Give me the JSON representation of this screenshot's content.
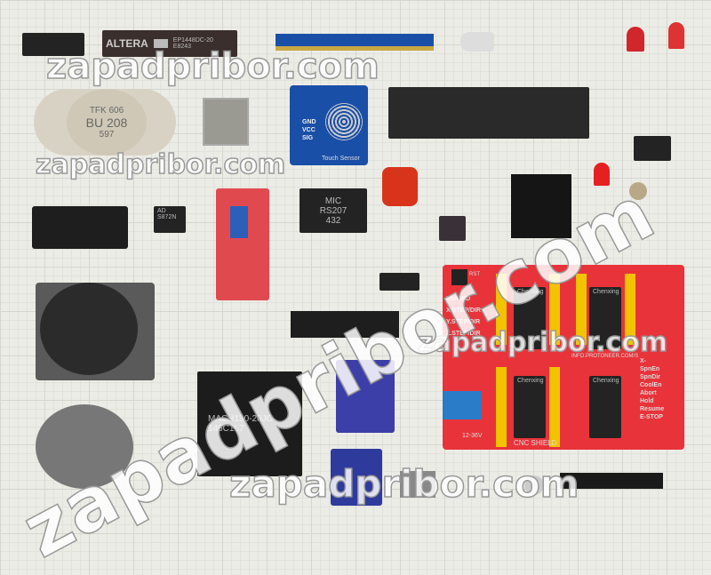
{
  "watermark": "zapadpribor.com",
  "components": {
    "altera": {
      "brand": "ALTERA",
      "part": "EP1448DC-20",
      "code": "E8243"
    },
    "transistor": {
      "line1": "TFK 606",
      "line2": "BU 208",
      "line3": "597"
    },
    "touch_sensor": {
      "label": "Touch Sensor",
      "pins": [
        "GND",
        "VCC",
        "SIG"
      ]
    },
    "bridge": {
      "brand": "MIC",
      "part": "RS207",
      "code": "432"
    },
    "mach": {
      "part": "MACH130-20JC",
      "code": "146C1L7"
    },
    "cnc": {
      "title": "CNC SHIELD",
      "url": "INFO.PROTONEER.COM/S",
      "labels": [
        "EN/GND",
        "X.STEP/DIR",
        "Y.STEP/DIR",
        "Z.STEP/DIR"
      ],
      "right_labels": [
        "X-",
        "SpnEn",
        "SpnDir",
        "CoolEn",
        "Abort",
        "Hold",
        "Resume",
        "E-STOP"
      ],
      "driver": "Chenxing",
      "voltage": "12-36V",
      "reset": "RST"
    },
    "small_chip": {
      "line1": "AD",
      "line2": "S872N"
    }
  },
  "colors": {
    "pcb_red": "#e8333a",
    "pcb_blue": "#1a4fa8",
    "header_yellow": "#f2c300"
  }
}
